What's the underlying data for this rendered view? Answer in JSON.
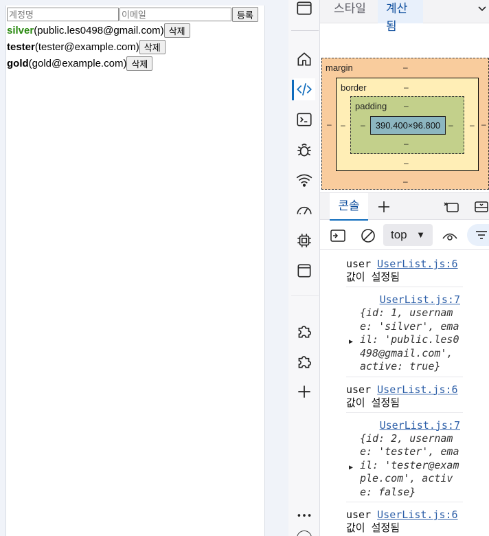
{
  "form": {
    "username_placeholder": "계정명",
    "email_placeholder": "이메일",
    "register_label": "등록"
  },
  "users": [
    {
      "name": "silver",
      "email": "(public.les0498@gmail.com)",
      "delete_label": "삭제",
      "active": true
    },
    {
      "name": "tester",
      "email": "(tester@example.com)",
      "delete_label": "삭제",
      "active": false
    },
    {
      "name": "gold",
      "email": "(gold@example.com)",
      "delete_label": "삭제",
      "active": false
    }
  ],
  "colors": {
    "active_user": "#2b8a12",
    "accent": "#0f6cbd"
  },
  "devtools": {
    "tabs": {
      "styles": "스타일",
      "computed": "계산됨"
    },
    "activity_icons": [
      "browser-tab-icon",
      "home-icon",
      "elements-icon",
      "console-icon",
      "bug-icon",
      "network-wifi-icon",
      "performance-icon",
      "memory-chip-icon",
      "application-icon",
      "extension-icon",
      "extension-icon-2",
      "add-icon",
      "more-icon"
    ],
    "box_model": {
      "margin_label": "margin",
      "border_label": "border",
      "padding_label": "padding",
      "content_size": "390.400×96.800",
      "dash": "–"
    },
    "drawer": {
      "console_tab": "콘솔",
      "context": "top"
    },
    "console": {
      "log1": {
        "text": "user",
        "link": "UserList.js:6",
        "line2": "값이 설정됨"
      },
      "obj1": {
        "link": "UserList.js:7",
        "lines": [
          "{id: 1, usernam",
          "e: 'silver', ema",
          "il: 'public.les0",
          "498@gmail.com',",
          "active: true}"
        ]
      },
      "log2": {
        "text": "user",
        "link": "UserList.js:6",
        "line2": "값이 설정됨"
      },
      "obj2": {
        "link": "UserList.js:7",
        "lines": [
          "{id: 2, usernam",
          "e: 'tester', ema",
          "il: 'tester@exam",
          "ple.com', activ",
          "e: false}"
        ]
      },
      "log3": {
        "text": "user",
        "link": "UserList.js:6",
        "line2": "값이 설정됨"
      }
    }
  }
}
